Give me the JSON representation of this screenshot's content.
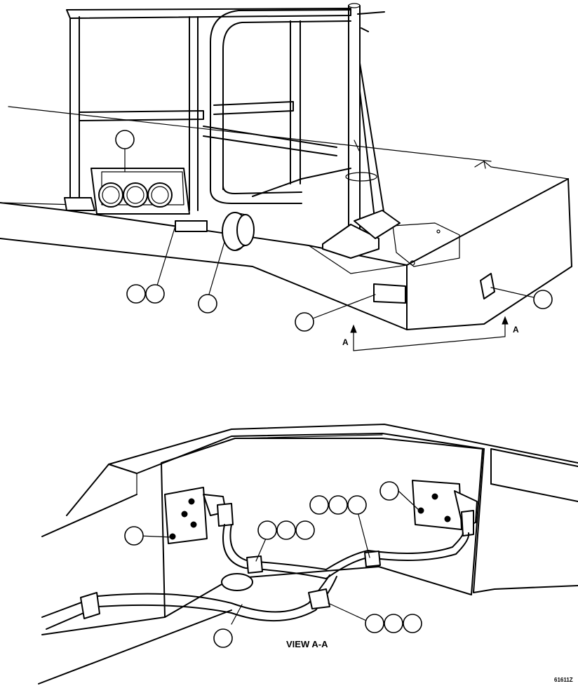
{
  "section_marker": {
    "left": "A",
    "right": "A"
  },
  "view_title": "VIEW A-A",
  "figure_id": "61611Z"
}
